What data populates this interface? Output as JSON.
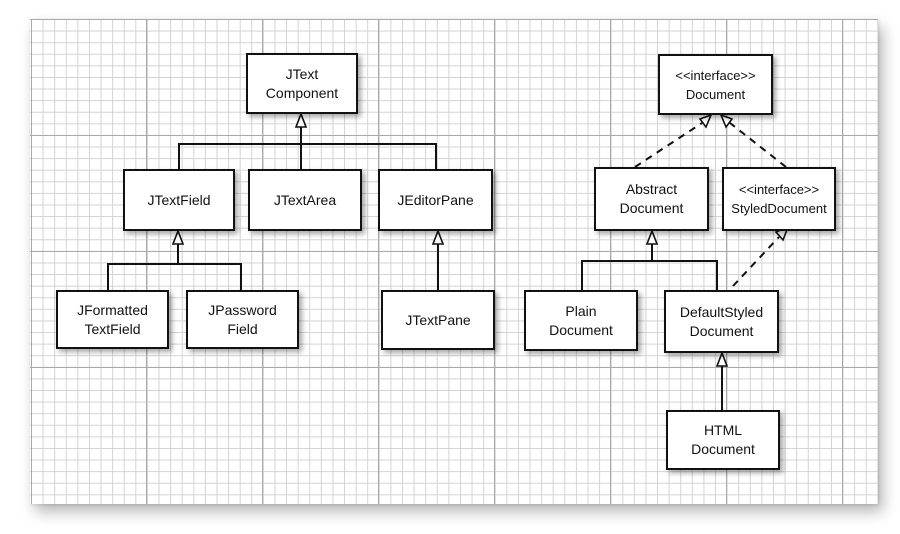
{
  "diagram": {
    "nodes": {
      "jtext_component": "JText\nComponent",
      "jtextfield": "JTextField",
      "jtextarea": "JTextArea",
      "jeditorpane": "JEditorPane",
      "jformatted_textfield": "JFormatted\nTextField",
      "jpassword_field": "JPassword\nField",
      "jtextpane": "JTextPane",
      "document_interface": "<<interface>>\nDocument",
      "abstract_document": "Abstract\nDocument",
      "styled_document_interface": "<<interface>>\nStyledDocument",
      "plain_document": "Plain\nDocument",
      "default_styled_document": "DefaultStyled\nDocument",
      "html_document": "HTML\nDocument"
    },
    "edges": [
      {
        "from": "jtextfield",
        "to": "jtext_component",
        "kind": "extends"
      },
      {
        "from": "jtextarea",
        "to": "jtext_component",
        "kind": "extends"
      },
      {
        "from": "jeditorpane",
        "to": "jtext_component",
        "kind": "extends"
      },
      {
        "from": "jformatted_textfield",
        "to": "jtextfield",
        "kind": "extends"
      },
      {
        "from": "jpassword_field",
        "to": "jtextfield",
        "kind": "extends"
      },
      {
        "from": "jtextpane",
        "to": "jeditorpane",
        "kind": "extends"
      },
      {
        "from": "abstract_document",
        "to": "document_interface",
        "kind": "implements"
      },
      {
        "from": "styled_document_interface",
        "to": "document_interface",
        "kind": "extends-interface"
      },
      {
        "from": "plain_document",
        "to": "abstract_document",
        "kind": "extends"
      },
      {
        "from": "default_styled_document",
        "to": "abstract_document",
        "kind": "extends"
      },
      {
        "from": "default_styled_document",
        "to": "styled_document_interface",
        "kind": "implements"
      },
      {
        "from": "html_document",
        "to": "default_styled_document",
        "kind": "extends"
      }
    ]
  }
}
